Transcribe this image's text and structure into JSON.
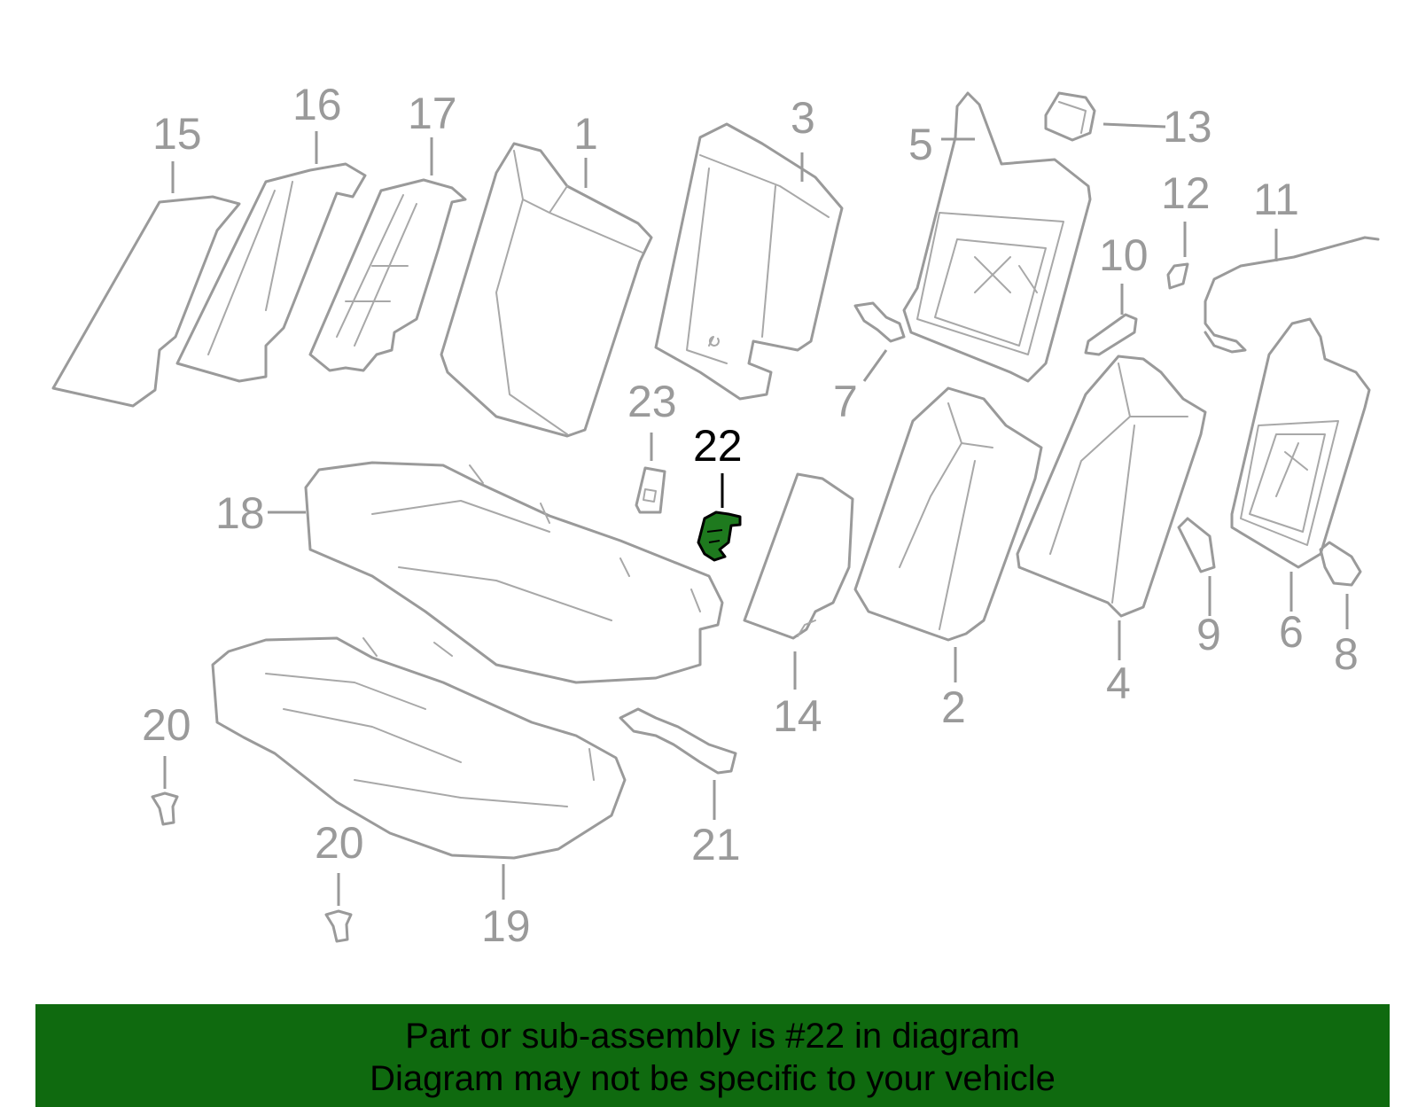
{
  "diagram": {
    "highlight_color": "#0f6a0f",
    "part_color": "#9a9a9a",
    "highlighted_part": "22",
    "labels": {
      "p1": "1",
      "p2": "2",
      "p3": "3",
      "p4": "4",
      "p5": "5",
      "p6": "6",
      "p7": "7",
      "p8": "8",
      "p9": "9",
      "p10": "10",
      "p11": "11",
      "p12": "12",
      "p13": "13",
      "p14": "14",
      "p15": "15",
      "p16": "16",
      "p17": "17",
      "p18": "18",
      "p19": "19",
      "p20a": "20",
      "p20b": "20",
      "p21": "21",
      "p22": "22",
      "p23": "23"
    }
  },
  "banner": {
    "line1": "Part or sub-assembly is #22 in diagram",
    "line2": "Diagram may not be specific to your vehicle",
    "background": "#0f6a0f"
  }
}
